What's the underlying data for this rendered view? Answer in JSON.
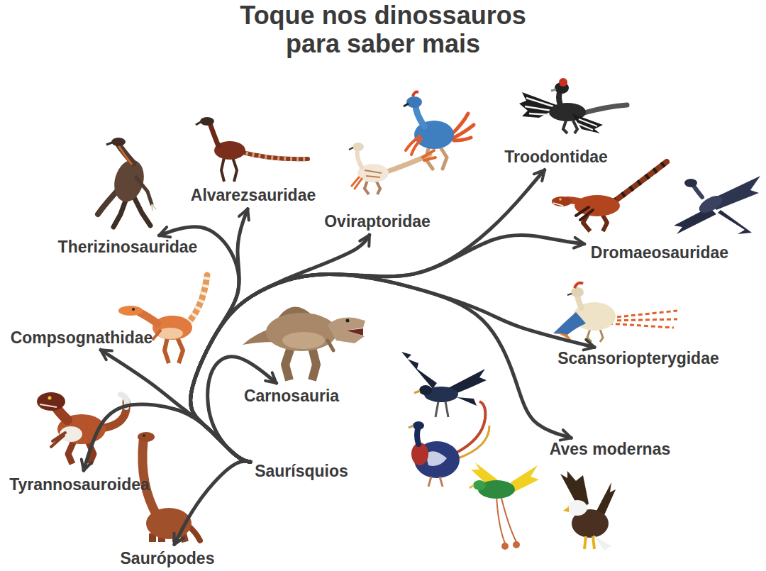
{
  "diagram": {
    "title": "Toque nos dinossauros para saber mais",
    "nodes": [
      {
        "text": [
          "Therizinosauridae"
        ]
      },
      {
        "text": [
          "Alvarezsauridae"
        ]
      },
      {
        "text": [
          "Oviraptoridae"
        ]
      },
      {
        "text": [
          "Troodontidae"
        ]
      },
      {
        "text": [
          "Dromaeosauridae"
        ]
      },
      {
        "text": [
          "Scansoriopterygidae"
        ]
      },
      {
        "text": [
          "Compsognathidae"
        ]
      },
      {
        "text": [
          "Carnosauria"
        ]
      },
      {
        "text": [
          "Aves modernas"
        ]
      },
      {
        "text": [
          "Tyrannosauroidea"
        ]
      },
      {
        "text": [
          "Saurísquios"
        ]
      },
      {
        "text": [
          "Saurópodes"
        ]
      }
    ],
    "edges": [
      {
        "from": 10,
        "to": 11,
        "arrow": "to"
      },
      {
        "from": 10,
        "to": 9,
        "arrow": "to"
      },
      {
        "from": 10,
        "to": 6,
        "arrow": "to"
      },
      {
        "from": 10,
        "to": 7,
        "arrow": "to"
      },
      {
        "from": 10,
        "to": 0,
        "arrow": "to"
      },
      {
        "from": 10,
        "to": 1,
        "arrow": "to"
      },
      {
        "from": 10,
        "to": 2,
        "arrow": "to"
      },
      {
        "from": 10,
        "to": 3,
        "arrow": "to"
      },
      {
        "from": 10,
        "to": 4,
        "arrow": "to"
      },
      {
        "from": 10,
        "to": 5,
        "arrow": "to"
      },
      {
        "from": 10,
        "to": 8,
        "arrow": "to"
      }
    ]
  }
}
